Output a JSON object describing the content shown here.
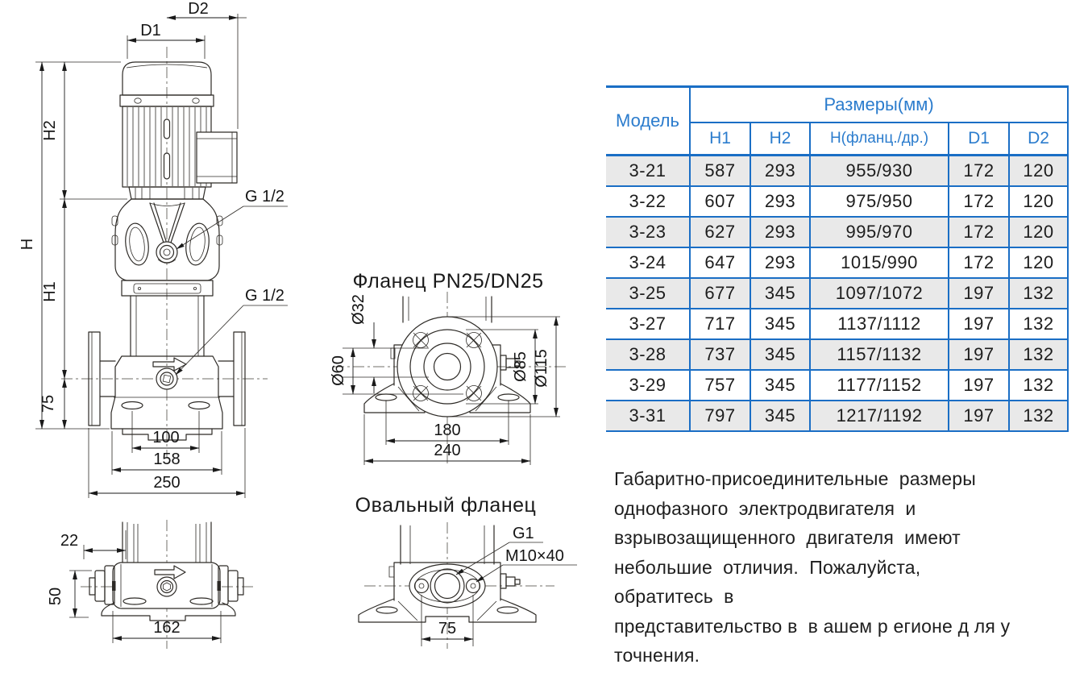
{
  "colors": {
    "accent_blue": "#1a6ec5",
    "header_text_blue": "#2b7ccd",
    "row_shade": "#e9e9e9",
    "drawing_line": "#2d2a26",
    "body_text": "#1d1d1d"
  },
  "pump_view": {
    "labels": {
      "d2": "D2",
      "d1": "D1",
      "h2": "H2",
      "h": "H",
      "h1": "H1",
      "g12_top": "G 1/2",
      "g12_mid": "G 1/2",
      "v75": "75",
      "v100": "100",
      "v158": "158",
      "v250": "250"
    }
  },
  "bottom_view": {
    "labels": {
      "v22": "22",
      "v50": "50",
      "v162": "162"
    }
  },
  "flange_view": {
    "title": "Фланец PN25/DN25",
    "labels": {
      "d32": "Ø32",
      "d60": "Ø60",
      "d85": "Ø85",
      "d115": "Ø115",
      "v180": "180",
      "v240": "240"
    }
  },
  "oval_view": {
    "title": "Овальный фланец",
    "labels": {
      "g1": "G1",
      "m10": "M10×40",
      "v75": "75"
    }
  },
  "table": {
    "model_header": "Модель",
    "sizes_header": "Размеры(мм)",
    "columns": [
      "H1",
      "H2",
      "Н(фланц./др.)",
      "D1",
      "D2"
    ],
    "rows": [
      {
        "model": "3-21",
        "h1": "587",
        "h2": "293",
        "h": "955/930",
        "d1": "172",
        "d2": "120"
      },
      {
        "model": "3-22",
        "h1": "607",
        "h2": "293",
        "h": "975/950",
        "d1": "172",
        "d2": "120"
      },
      {
        "model": "3-23",
        "h1": "627",
        "h2": "293",
        "h": "995/970",
        "d1": "172",
        "d2": "120"
      },
      {
        "model": "3-24",
        "h1": "647",
        "h2": "293",
        "h": "1015/990",
        "d1": "172",
        "d2": "120"
      },
      {
        "model": "3-25",
        "h1": "677",
        "h2": "345",
        "h": "1097/1072",
        "d1": "197",
        "d2": "132"
      },
      {
        "model": "3-27",
        "h1": "717",
        "h2": "345",
        "h": "1137/1112",
        "d1": "197",
        "d2": "132"
      },
      {
        "model": "3-28",
        "h1": "737",
        "h2": "345",
        "h": "1157/1132",
        "d1": "197",
        "d2": "132"
      },
      {
        "model": "3-29",
        "h1": "757",
        "h2": "345",
        "h": "1177/1152",
        "d1": "197",
        "d2": "132"
      },
      {
        "model": "3-31",
        "h1": "797",
        "h2": "345",
        "h": "1217/1192",
        "d1": "197",
        "d2": "132"
      }
    ]
  },
  "note": {
    "text": "Габаритно-присоединительные  размеры\nоднофазного  электродвигателя  и\nвзрывозащищенного  двигателя  имеют\nнебольшие  отличия.  Пожалуйста,\nобратитесь  в\nпредставительство в  в ашем р егионе д ля у\nточнения."
  }
}
